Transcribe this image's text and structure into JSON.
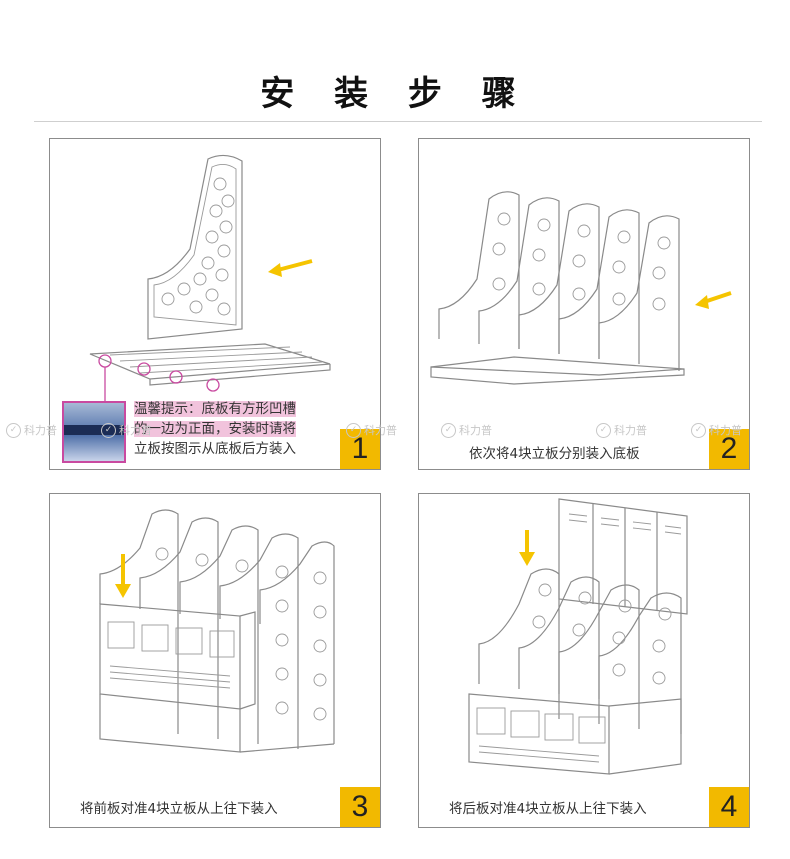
{
  "page_title": "安 装 步 骤",
  "steps": [
    {
      "number": "1",
      "caption": "",
      "tip_lines": [
        "温馨提示：底板有方形凹槽",
        "的一边为正面，安装时请将",
        "立板按图示从底板后方装入"
      ]
    },
    {
      "number": "2",
      "caption": "依次将4块立板分别装入底板"
    },
    {
      "number": "3",
      "caption": "将前板对准4块立板从上往下装入"
    },
    {
      "number": "4",
      "caption": "将后板对准4块立板从上往下装入"
    }
  ],
  "watermark": {
    "text": "科力普",
    "icon": "brand-leaf-icon"
  },
  "colors": {
    "accent": "#f2b900",
    "arrow": "#f5c400",
    "highlight": "#f1c3dc",
    "callout": "#c94aa0"
  }
}
